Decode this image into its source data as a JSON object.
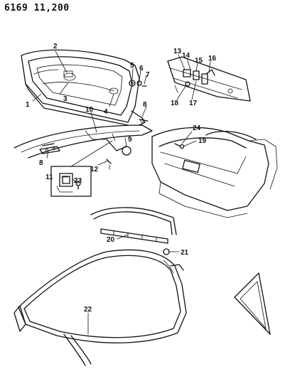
{
  "header": {
    "code": "6169 11,200"
  },
  "callouts": [
    "1",
    "2",
    "3",
    "4",
    "5",
    "6",
    "7",
    "8",
    "9",
    "10",
    "11",
    "12",
    "13",
    "14",
    "15",
    "16",
    "17",
    "18",
    "19",
    "20",
    "21",
    "22",
    "23",
    "24"
  ],
  "extra_labels": {
    "second_8": "8"
  },
  "colors": {
    "ink": "#111111",
    "paper": "#ffffff"
  }
}
